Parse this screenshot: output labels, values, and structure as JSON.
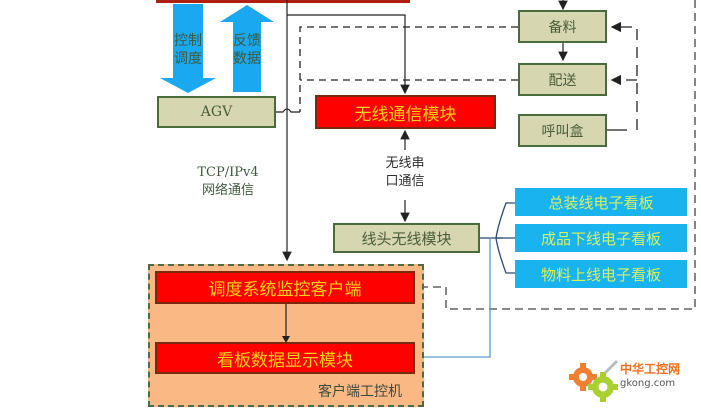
{
  "diagram": {
    "nodes": {
      "agv": "AGV",
      "wireless_comm_module": "无线通信模块",
      "prep_material": "备料",
      "delivery": "配送",
      "call_box": "呼叫盒",
      "line_head_wireless_module": "线头无线模块",
      "board_assembly_line": "总装线电子看板",
      "board_finished_offline": "成品下线电子看板",
      "board_material_online": "物料上线电子看板",
      "dispatch_monitor_client": "调度系统监控客户端",
      "board_data_display_module": "看板数据显示模块",
      "client_ipc": "客户端工控机"
    },
    "labels": {
      "control_dispatch_line1": "控制",
      "control_dispatch_line2": "调度",
      "feedback_data_line1": "反馈",
      "feedback_data_line2": "数据",
      "tcp_line1": "TCP/IPv4",
      "tcp_line2": "网络通信",
      "serial_line1": "无线串",
      "serial_line2": "口通信"
    },
    "colors": {
      "red_module": "#ff0000",
      "olive_module": "#d6d6b0",
      "blue_board": "#19b3f0",
      "client_panel": "#f9b884",
      "arrow_blue": "#1aa8f0"
    }
  },
  "watermark": {
    "name_cn": "中华工控网",
    "domain": "gkong.com"
  }
}
